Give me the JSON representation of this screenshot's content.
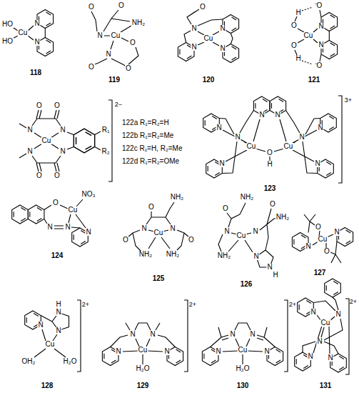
{
  "diagram": {
    "labels": [
      "HO",
      "HO",
      "Cu",
      "N",
      "N",
      "118",
      "O",
      "O",
      "NH₂",
      "N",
      "Cu",
      "O",
      "N",
      "O",
      "O",
      "119",
      "O",
      "N",
      "N",
      "Cu",
      "N",
      "N",
      "120",
      "⁻O",
      "H",
      "O",
      "Cu",
      "O",
      "H",
      "⁻O",
      "N",
      "N",
      "121",
      "2−",
      "O",
      "O",
      "N",
      "Cu",
      "N",
      "N",
      "N",
      "O",
      "O",
      "R₁",
      "R₂",
      "122a R₁=R₂=H",
      "122b R₁=R₂=Me",
      "122c R₁=H, R₂=Me",
      "122d R₁=R₂=OMe",
      "3+",
      "N",
      "N",
      "N",
      "N",
      "Cu",
      "Cu",
      "O",
      "H",
      "N",
      "N",
      "N",
      "N",
      "123",
      "O",
      "NO₃",
      "Cu",
      "N",
      "N",
      "N",
      "124",
      "O",
      "NH₂",
      "O",
      "N",
      "Cu",
      "N",
      "O",
      "NH₂",
      "NH₂",
      "125",
      "O",
      "NH₂",
      "O",
      "NH₂",
      "N",
      "Cu",
      "N",
      "NH₂",
      "N",
      "N",
      "H",
      "126",
      "O",
      "O",
      "Cu",
      "N",
      "N",
      "127",
      "2+",
      "H",
      "N",
      "N",
      "N",
      "Cu",
      "OH₂",
      "H₂O",
      "128",
      "2+",
      "N",
      "N",
      "N",
      "N",
      "Cu",
      "H₂O",
      "129",
      "2+",
      "N",
      "N",
      "N",
      "N",
      "Cu",
      "H₂O",
      "130",
      "2+",
      "N",
      "Cu",
      "N",
      "N",
      "N",
      "N",
      "131"
    ]
  }
}
